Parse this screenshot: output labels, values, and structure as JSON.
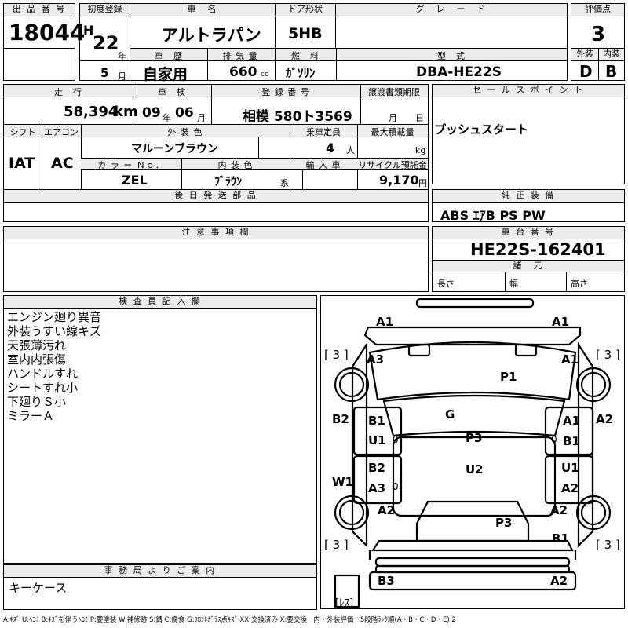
{
  "header": {
    "lot_label": "出 品 番 号",
    "lot_no": "18044",
    "first_reg_label": "初度登録",
    "era": "H",
    "year": "22",
    "year_unit": "年",
    "month": "5",
    "month_unit": "月",
    "car_name_label": "車　名",
    "car_name": "アルトラパン",
    "door_label": "ドア形状",
    "door": "5HB",
    "grade_label": "グ　レ　ー　ド",
    "grade": "",
    "score_label": "評価点",
    "score": "3",
    "history_label": "車　歴",
    "history": "自家用",
    "displacement_label": "排 気 量",
    "displacement": "660",
    "displacement_unit": "cc",
    "fuel_label": "燃　料",
    "fuel": "ｶﾞｿﾘﾝ",
    "model_label": "型　式",
    "model": "DBA-HE22S",
    "exterior_label": "外装",
    "exterior": "D",
    "interior_label": "内装",
    "interior": "B"
  },
  "row2": {
    "mileage_label": "走　行",
    "mileage": "58,394",
    "mileage_unit": "km",
    "inspection_label": "車　検",
    "insp_year": "09",
    "insp_year_unit": "年",
    "insp_month": "06",
    "insp_month_unit": "月",
    "plate_label": "登 録 番 号",
    "plate": "相模 580ト3569",
    "transfer_label": "譲渡書類期限",
    "transfer_month_unit": "月",
    "transfer_day_unit": "日",
    "sales_label": "セ ー ル ス ポ イ ン ト",
    "sales_point": "プッシュスタート"
  },
  "row3": {
    "shift_label": "シフト",
    "shift": "IAT",
    "ac_label": "エアコン",
    "ac": "AC",
    "ext_color_label": "外 装 色",
    "ext_color": "マルーンブラウン",
    "capacity_label": "乗車定員",
    "capacity": "4",
    "capacity_unit": "人",
    "max_load_label": "最大積載量",
    "max_load_unit": "kg",
    "color_no_label": "カ ラ ー Ｎｏ．",
    "color_no": "ZEL",
    "int_color_label": "内 装 色",
    "int_color": "ﾌﾞﾗｳﾝ",
    "int_color_unit": "系",
    "import_label": "輸 入 車",
    "recycle_label": "リサイクル預託金",
    "recycle": "9,170",
    "recycle_unit": "円"
  },
  "later_parts_label": "後 日 発 送 部 品",
  "genuine_label": "純 正 装 備",
  "genuine": "ABS ｴｱB PS PW",
  "notes_label": "注 意 事 項 欄",
  "chassis_label": "車 台 番 号",
  "chassis": "HE22S-162401",
  "specs_label": "諸　元",
  "length_label": "長さ",
  "width_label": "幅",
  "height_label": "高さ",
  "inspector_label": "検 査 員 記 入 欄",
  "inspector_notes": [
    "エンジン廻り異音",
    "外装うすい線キズ",
    "天張薄汚れ",
    "室内内張傷",
    "ハンドルすれ",
    "シートすれ小",
    "下廻りＳ小",
    "ミラーＡ"
  ],
  "office_label": "事 務 局 よ り ご 案 内",
  "office_note": "キーケース",
  "diagram": {
    "tyre_tl": "[ 3 ]",
    "tyre_tr": "[ 3 ]",
    "tyre_bl": "[ 3 ]",
    "tyre_br": "[ 3 ]",
    "spare": "[ﾚｽ]",
    "marks": [
      "A1",
      "A1",
      "A3",
      "A1",
      "P1",
      "B2",
      "A2",
      "B1",
      "U1",
      "0",
      "G",
      "A1",
      "B1",
      "0",
      "P3",
      "B2",
      "U1",
      "A3",
      "U2",
      "A2",
      "W1",
      "0",
      "A2",
      "A2",
      "P3",
      "B1",
      "B3",
      "A2"
    ]
  },
  "legend": "A:ｷｽﾞ U:ﾍｺﾐ B:ｷｽﾞを伴うﾍｺﾐ P:要塗装 W:補修跡 S:錆 C:腐食 G:ﾌﾛﾝﾄｶﾞﾗｽ点ｷｽﾞ XX:交換済み X:要交換　内・外装評価　5段階ﾗﾝｸ順(A・B・C・D・E) 2"
}
